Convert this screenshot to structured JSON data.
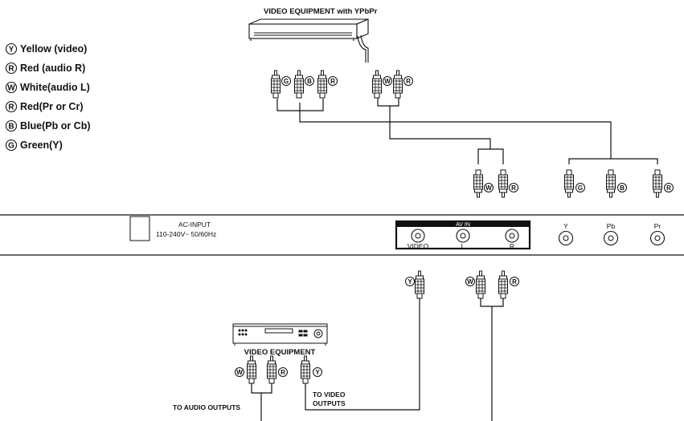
{
  "top_device": {
    "title": "VIDEO EQUIPMENT with YPbPr"
  },
  "legend": [
    {
      "letter": "Y",
      "text": "Yellow (video)"
    },
    {
      "letter": "R",
      "text": "Red (audio R)"
    },
    {
      "letter": "W",
      "text": "White(audio L)"
    },
    {
      "letter": "R",
      "text": "Red(Pr or Cr)"
    },
    {
      "letter": "B",
      "text": "Blue(Pb or Cb)"
    },
    {
      "letter": "G",
      "text": "Green(Y)"
    }
  ],
  "panel": {
    "ac_input_title": "AC-INPUT",
    "ac_input_spec": "110-240V~  50/60Hz",
    "av_in_title": "AV IN",
    "av_in_jacks": [
      "VIDEO",
      "L",
      "R"
    ],
    "component_jacks": [
      "Y",
      "Pb",
      "Pr"
    ]
  },
  "bottom_device": {
    "title": "VIDEO EQUIPMENT"
  },
  "bottom_labels": {
    "audio_outputs": "TO AUDIO OUTPUTS",
    "video_outputs_1": "TO VIDEO",
    "video_outputs_2": "OUTPUTS"
  },
  "plug_letters": {
    "top_component": [
      "G",
      "B",
      "R"
    ],
    "top_audio": [
      "W",
      "R"
    ],
    "mid_audio": [
      "W",
      "R"
    ],
    "mid_component": [
      "G",
      "B",
      "R"
    ],
    "panel_video": "Y",
    "panel_audio": [
      "W",
      "R"
    ],
    "bottom_audio": [
      "W",
      "R"
    ],
    "bottom_video": "Y"
  }
}
